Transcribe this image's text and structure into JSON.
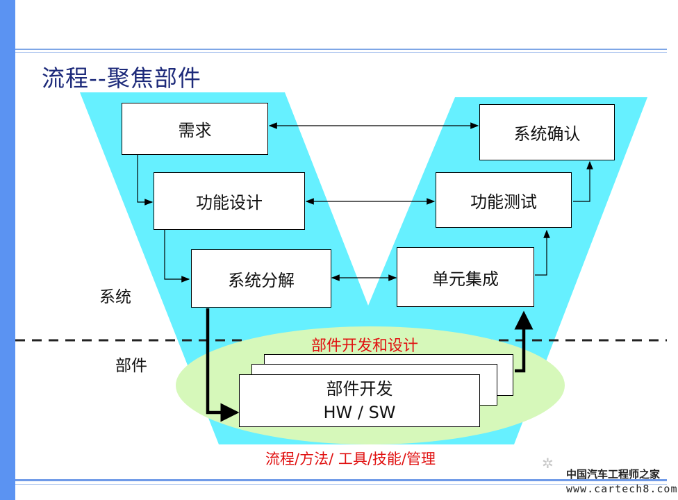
{
  "title": "流程--聚焦部件",
  "boxes": {
    "requirement": "需求",
    "function_design": "功能设计",
    "system_decomposition": "系统分解",
    "system_confirmation": "系统确认",
    "function_test": "功能测试",
    "unit_integration": "单元集成"
  },
  "level_labels": {
    "system": "系统",
    "component": "部件"
  },
  "component_dev_design": "部件开发和设计",
  "component_card": {
    "line1": "部件开发",
    "line2": "HW / SW"
  },
  "bottom_caption": "流程/方法/ 工具/技能/管理",
  "watermark": {
    "name": "中国汽车工程师之家",
    "url": "www.cartech8.com"
  },
  "colors": {
    "v_fill": "#66f0ff",
    "ellipse_fill": "#d6f8ba",
    "title": "#1d2a7a",
    "accent_bar": "#5b93f2",
    "red_text": "#e01010"
  }
}
